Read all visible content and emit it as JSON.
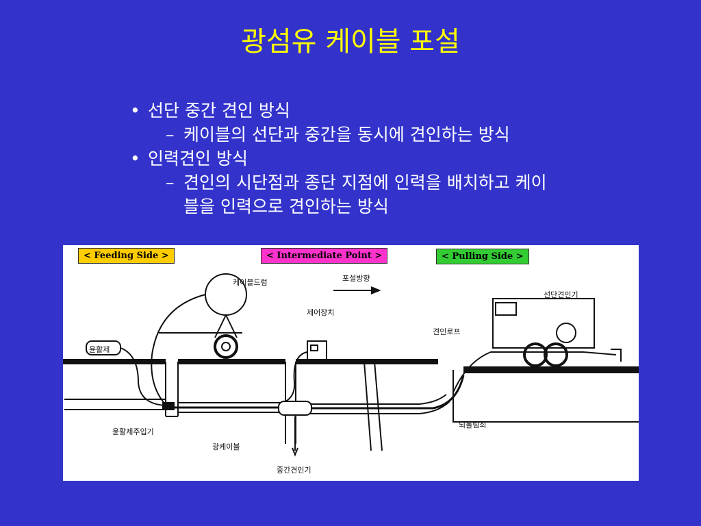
{
  "slide": {
    "title": "광섬유 케이블 포설",
    "bullets": [
      {
        "text": "선단 중간 견인 방식",
        "subs": [
          "케이블의 선단과 중간을 동시에 견인하는 방식"
        ]
      },
      {
        "text": "인력견인 방식",
        "subs": [
          "견인의 시단점과 종단 지점에 인력을 배치하고 케이",
          "블을 인력으로 견인하는 방식"
        ]
      }
    ],
    "bullet_glyph": "•",
    "dash_glyph": "–"
  },
  "figure": {
    "tags": {
      "feeding": "< Feeding Side >",
      "intermediate": "< Intermediate Point >",
      "pulling": "< Pulling Side >"
    },
    "labels": {
      "cable_drum": "케이블드럼",
      "direction": "포설방향",
      "lubricant": "윤활제",
      "controller": "제어장치",
      "pull_rope": "견인로프",
      "lead_puller": "선단견인기",
      "lube_injector": "윤활제주입기",
      "fiber_cable": "광케이블",
      "mid_puller": "중간견인기",
      "swivel": "되돌림쇠"
    },
    "colors": {
      "feeding": "#ffcc00",
      "intermediate": "#ff33cc",
      "pulling": "#33cc33"
    }
  }
}
